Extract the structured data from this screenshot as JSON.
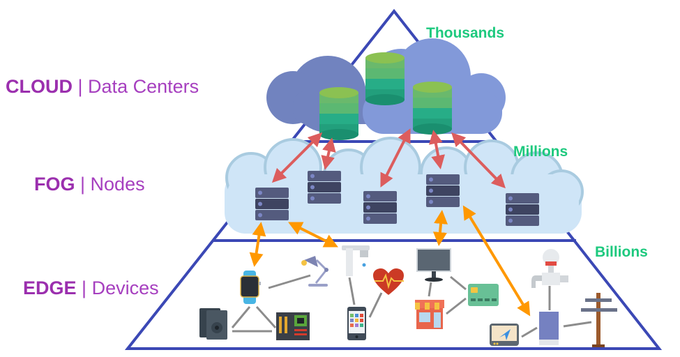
{
  "diagram": {
    "title": "Cloud / Fog / Edge computing pyramid",
    "tiers": [
      {
        "id": "cloud",
        "name": "CLOUD",
        "separator": "|",
        "description": "Data Centers",
        "scale": "Thousands"
      },
      {
        "id": "fog",
        "name": "FOG",
        "separator": "|",
        "description": "Nodes",
        "scale": "Millions"
      },
      {
        "id": "edge",
        "name": "EDGE",
        "separator": "|",
        "description": "Devices",
        "scale": "Billions"
      }
    ],
    "cloud_elements": [
      "database-icon",
      "database-icon",
      "database-icon"
    ],
    "fog_elements": [
      "server-icon",
      "server-icon",
      "server-icon",
      "server-icon",
      "server-icon"
    ],
    "edge_devices": [
      "smartwatch-icon",
      "desk-lamp-icon",
      "faucet-icon",
      "heart-monitor-icon",
      "desktop-computer-icon",
      "credit-card-icon",
      "storefront-icon",
      "hard-drives-icon",
      "motherboard-icon",
      "smartphone-icon",
      "water-meter-icon",
      "tablet-icon",
      "gps-navigator-icon",
      "utility-pole-icon"
    ],
    "colors": {
      "pyramid": "#3b48b5",
      "tier_name": "#9b2fae",
      "scale": "#1dc97e",
      "cloud_fog_link": "#dc5d5d",
      "fog_edge_link": "#ff9800",
      "device_link": "#8c8c8c"
    }
  }
}
